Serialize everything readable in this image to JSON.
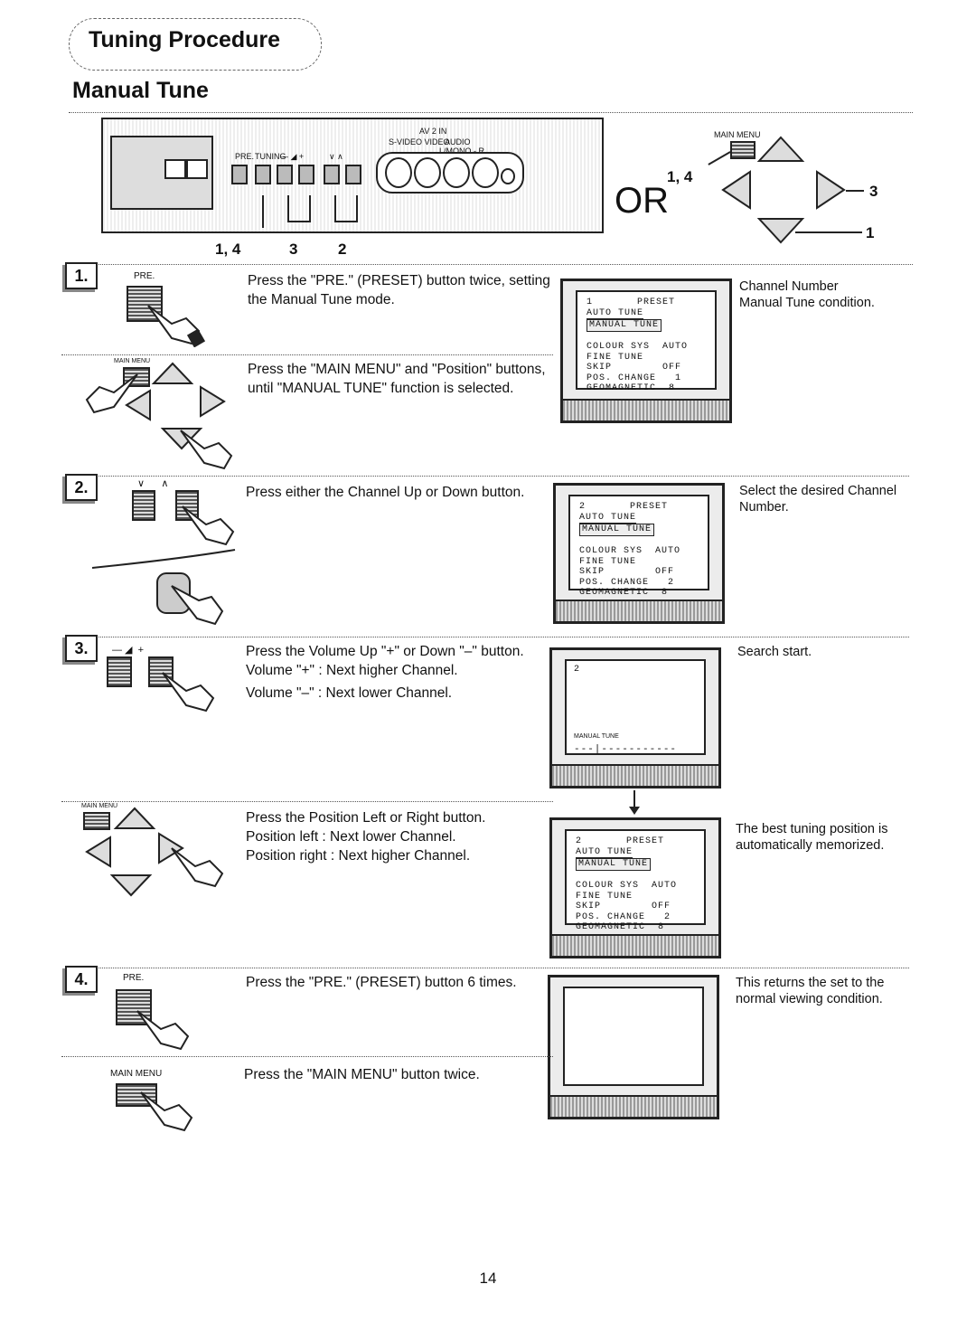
{
  "header": {
    "section_title": "Tuning Procedure",
    "subtitle": "Manual Tune"
  },
  "diagram": {
    "panel_labels": {
      "pre": "PRE.",
      "tuning": "TUNING",
      "vol": "— ◢ +",
      "ch": "∨   ∧",
      "av": "AV 2 IN",
      "video": "S-VIDEO   VIDEO",
      "audio": "AUDIO",
      "lmono": "L/MONO - R"
    },
    "callouts": {
      "pre": "1, 4",
      "vol": "3",
      "ch": "2",
      "menu": "1, 4",
      "right": "3",
      "down": "1"
    },
    "or_text": "OR",
    "main_menu_label": "MAIN MENU"
  },
  "steps": [
    {
      "number": "1.",
      "button_label": "PRE.",
      "instruction": "Press the \"PRE.\" (PRESET) button twice, setting the Manual Tune mode.",
      "sub_icon_label": "MAIN MENU",
      "sub_instruction": "Press the \"MAIN MENU\" and \"Position\" buttons, until \"MANUAL TUNE\" function is selected.",
      "osd": {
        "ch": "1",
        "preset": "PRESET",
        "auto": "AUTO TUNE",
        "manual": "MANUAL TUNE",
        "colour": "COLOUR SYS  AUTO",
        "fine": "FINE TUNE",
        "skip": "SKIP        OFF",
        "pos": "POS. CHANGE   1",
        "geo": "GEOMAGNETIC  8"
      },
      "description": "Channel Number\nManual Tune condition."
    },
    {
      "number": "2.",
      "button_label": "∨      ∧",
      "instruction": "Press either the Channel Up or Down button.",
      "osd": {
        "ch": "2",
        "preset": "PRESET",
        "auto": "AUTO TUNE",
        "manual": "MANUAL TUNE",
        "colour": "COLOUR SYS  AUTO",
        "fine": "FINE TUNE",
        "skip": "SKIP        OFF",
        "pos": "POS. CHANGE   2",
        "geo": "GEOMAGNETIC  8"
      },
      "description": "Select the desired Channel Number."
    },
    {
      "number": "3.",
      "button_label": "— ◢  +",
      "instruction_lines": [
        "Press the Volume Up \"+\" or Down \"–\" button.",
        "Volume \"+\" : Next higher Channel.",
        "Volume \"–\" : Next lower Channel."
      ],
      "search_osd": {
        "ch": "2",
        "label": "MANUAL TUNE",
        "bar": "---|-----------"
      },
      "description": "Search start.",
      "sub_icon_label": "MAIN MENU",
      "sub_instruction_lines": [
        "Press the Position Left or Right button.",
        "Position left : Next lower Channel.",
        "Position right : Next higher Channel."
      ],
      "osd": {
        "ch": "2",
        "preset": "PRESET",
        "auto": "AUTO TUNE",
        "manual": "MANUAL TUNE",
        "colour": "COLOUR SYS  AUTO",
        "fine": "FINE TUNE",
        "skip": "SKIP        OFF",
        "pos": "POS. CHANGE   2",
        "geo": "GEOMAGNETIC  8"
      },
      "sub_description": "The best tuning position is automatically memorized."
    },
    {
      "number": "4.",
      "button_label": "PRE.",
      "instruction": "Press the \"PRE.\" (PRESET) button 6 times.",
      "sub_icon_label": "MAIN MENU",
      "sub_instruction": "Press the \"MAIN MENU\" button twice.",
      "description": "This returns the set to the normal viewing condition."
    }
  ],
  "footer": {
    "page_number": "14"
  }
}
